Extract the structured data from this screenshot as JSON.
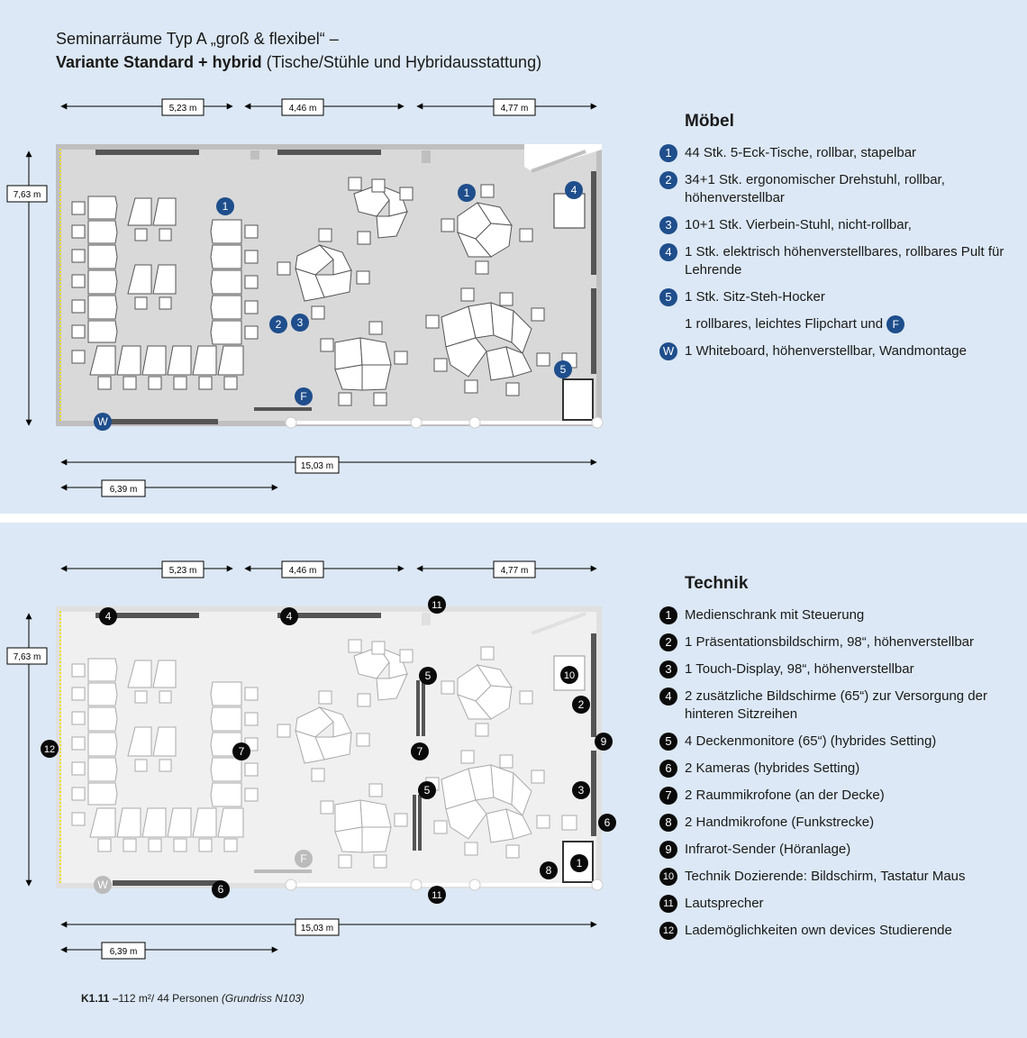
{
  "title": {
    "line1": "Seminarräume Typ A „groß & flexibel“ –",
    "line2_bold": "Variante Standard + hybrid",
    "line2_rest": " (Tische/Stühle und Hybridausstattung)"
  },
  "dimensions": {
    "seg1": "5,23 m",
    "seg2": "4,46 m",
    "seg3": "4,77 m",
    "height": "7,63 m",
    "total": "15,03 m",
    "sub": "6,39 m"
  },
  "moebel": {
    "heading": "Möbel",
    "items": [
      {
        "badge": "1",
        "text": "44 Stk. 5-Eck-Tische, rollbar, stapelbar"
      },
      {
        "badge": "2",
        "text": "34+1 Stk. ergonomischer Drehstuhl, rollbar, höhenverstellbar"
      },
      {
        "badge": "3",
        "text": "10+1 Stk. Vierbein-Stuhl, nicht-rollbar,"
      },
      {
        "badge": "4",
        "text": "1 Stk. elektrisch höhenverstellbares, rollbares Pult für Lehrende"
      },
      {
        "badge": "5",
        "text": "1 Stk. Sitz-Steh-Hocker"
      },
      {
        "badge": "",
        "text": "1 rollbares, leichtes Flipchart und",
        "trailing_badge": "F"
      },
      {
        "badge": "W",
        "text": "1 Whiteboard, höhenverstellbar, Wandmontage"
      }
    ]
  },
  "technik": {
    "heading": "Technik",
    "items": [
      {
        "badge": "1",
        "text": "Medienschrank mit Steuerung"
      },
      {
        "badge": "2",
        "text": "1 Präsentationsbildschirm, 98“, höhenverstellbar"
      },
      {
        "badge": "3",
        "text": "1 Touch-Display, 98“, höhenverstellbar"
      },
      {
        "badge": "4",
        "text": "2 zusätzliche Bildschirme (65“) zur Versorgung der hinteren Sitzreihen"
      },
      {
        "badge": "5",
        "text": "4 Deckenmonitore (65“) (hybrides Setting)"
      },
      {
        "badge": "6",
        "text": "2 Kameras (hybrides Setting)"
      },
      {
        "badge": "7",
        "text": "2 Raummikrofone (an der Decke)"
      },
      {
        "badge": "8",
        "text": " 2 Handmikrofone (Funkstrecke)"
      },
      {
        "badge": "9",
        "text": "Infrarot-Sender (Höranlage)"
      },
      {
        "badge": "10",
        "text": "Technik Dozierende: Bildschirm, Tastatur Maus"
      },
      {
        "badge": "11",
        "text": "Lautsprecher"
      },
      {
        "badge": "12",
        "text": "Lademöglichkeiten own devices Studierende"
      }
    ]
  },
  "plan_markers": {
    "top": [
      "1",
      "1",
      "2",
      "3",
      "4",
      "5",
      "F",
      "W"
    ],
    "bottom": [
      "4",
      "4",
      "11",
      "5",
      "5",
      "7",
      "7",
      "10",
      "2",
      "9",
      "3",
      "6",
      "1",
      "8",
      "11",
      "6",
      "12",
      "F",
      "W"
    ]
  },
  "footer": {
    "code": "K1.11 –",
    "info": "112 m²/ 44 Personen ",
    "note": "(Grundriss N103)"
  },
  "colors": {
    "panel_bg": "#dce8f5",
    "blue_badge": "#1f4e8c",
    "black_badge": "#0a0a0a",
    "room_floor_top": "#d9d9d9",
    "room_floor_bottom": "#f0f0f0"
  }
}
